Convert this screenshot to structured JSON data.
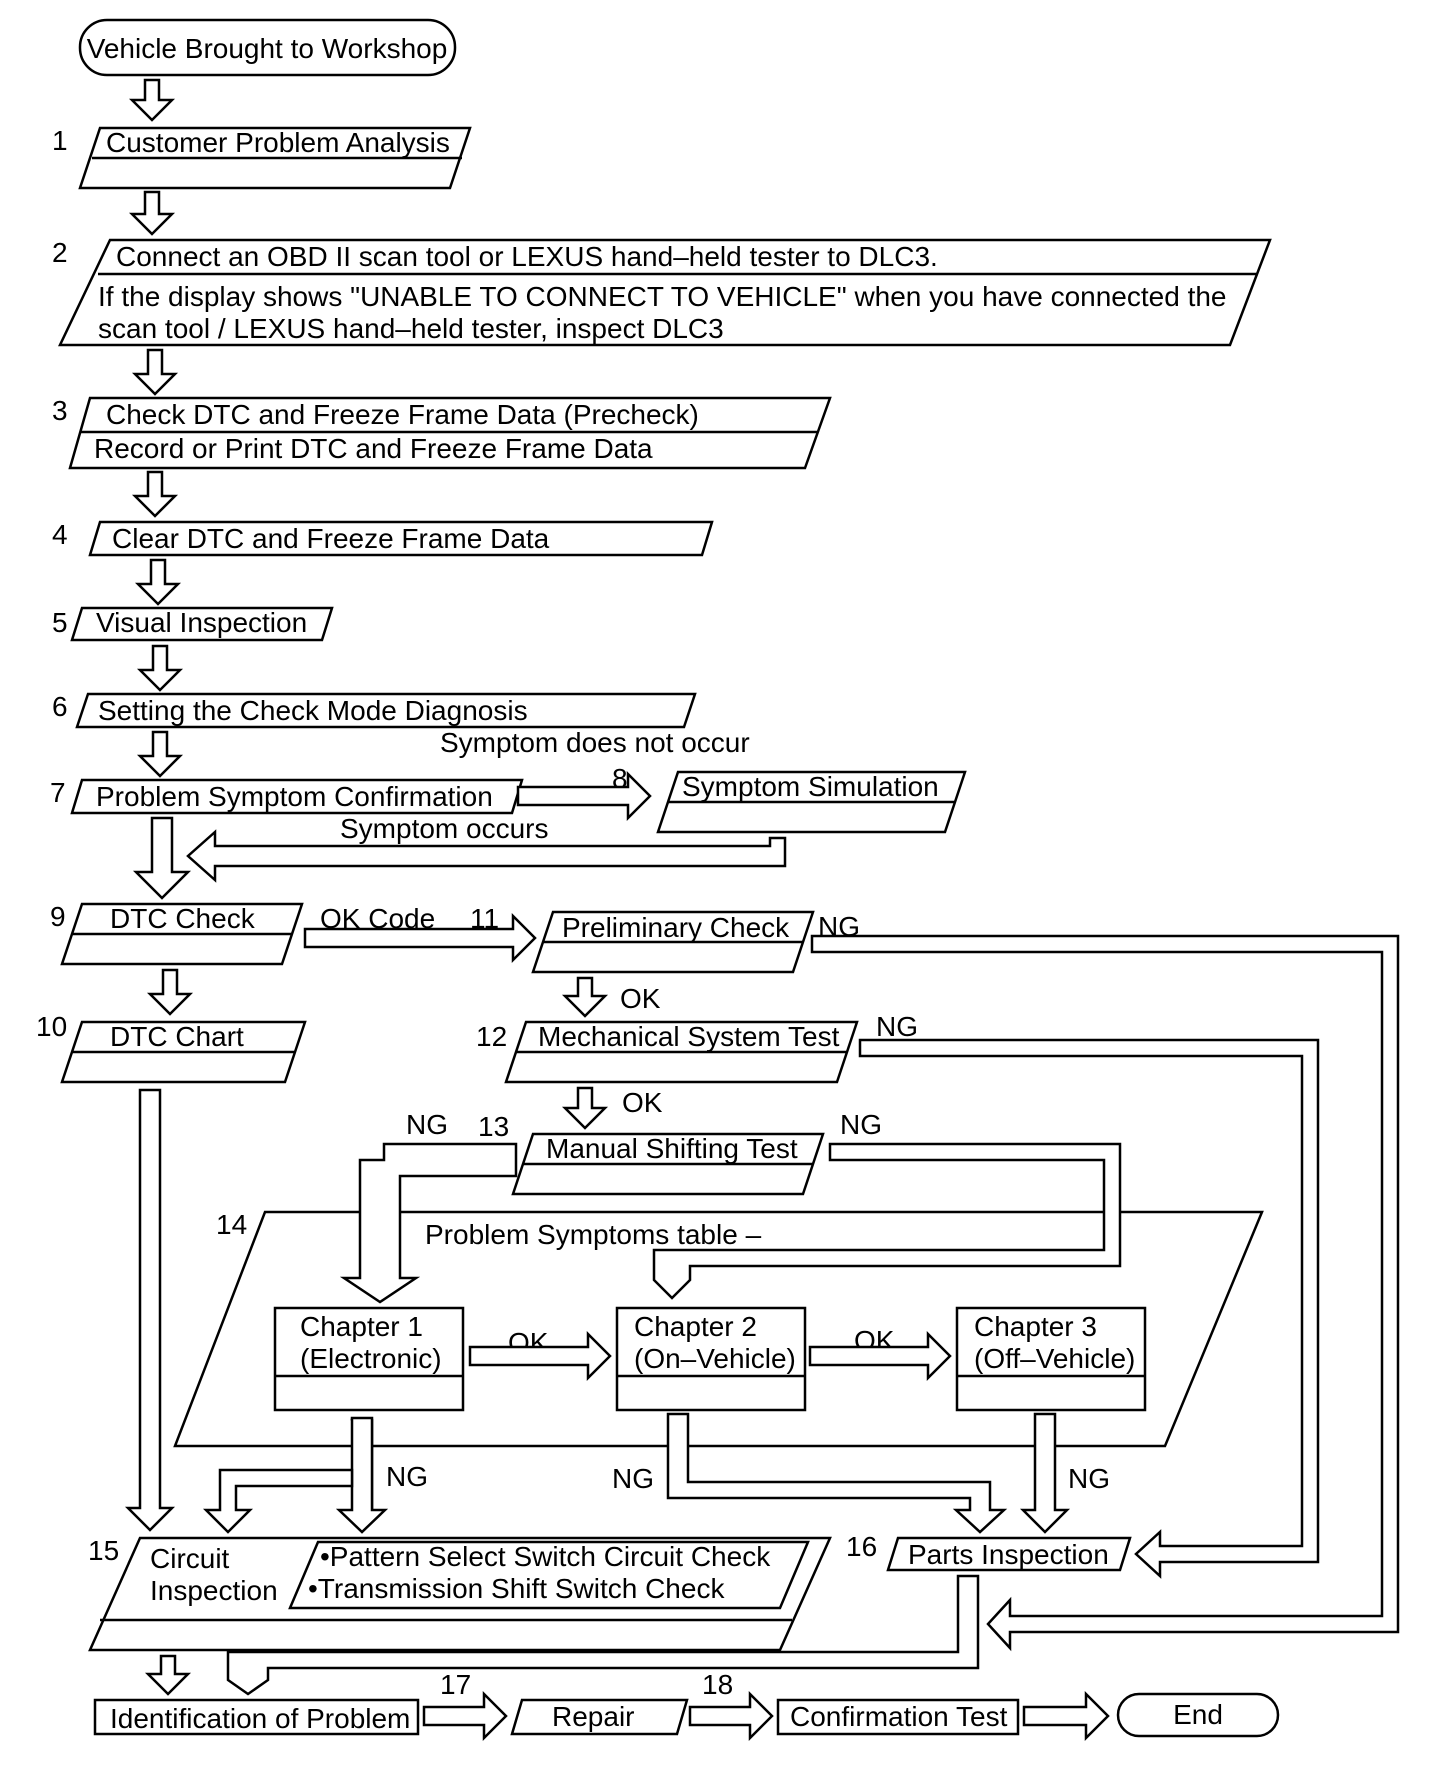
{
  "steps": {
    "start": "Vehicle Brought to Workshop",
    "s1": {
      "num": "1",
      "label": "Customer Problem Analysis"
    },
    "s2": {
      "num": "2",
      "line1": "Connect an OBD II scan tool or LEXUS hand–held tester to DLC3.",
      "line2": "If the display shows \"UNABLE TO CONNECT TO VEHICLE\" when you have connected the",
      "line3": "scan tool / LEXUS hand–held tester, inspect DLC3"
    },
    "s3": {
      "num": "3",
      "line1": "Check DTC and Freeze Frame Data (Precheck)",
      "line2": "Record or Print DTC and Freeze Frame Data"
    },
    "s4": {
      "num": "4",
      "label": "Clear DTC and Freeze Frame Data"
    },
    "s5": {
      "num": "5",
      "label": "Visual Inspection"
    },
    "s6": {
      "num": "6",
      "label": "Setting the Check Mode Diagnosis"
    },
    "s7": {
      "num": "7",
      "label": "Problem Symptom Confirmation"
    },
    "s8": {
      "num": "8",
      "label": "Symptom Simulation"
    },
    "s9": {
      "num": "9",
      "label": "DTC Check"
    },
    "s10": {
      "num": "10",
      "label": "DTC Chart"
    },
    "s11": {
      "num": "11",
      "label": "Preliminary Check"
    },
    "s12": {
      "num": "12",
      "label": "Mechanical System Test"
    },
    "s13": {
      "num": "13",
      "label": "Manual Shifting Test"
    },
    "s14": {
      "num": "14",
      "label": "Problem Symptoms table –"
    },
    "ch1": {
      "line1": "Chapter 1",
      "line2": "(Electronic)"
    },
    "ch2": {
      "line1": "Chapter 2",
      "line2": "(On–Vehicle)"
    },
    "ch3": {
      "line1": "Chapter 3",
      "line2": "(Off–Vehicle)"
    },
    "s15": {
      "num": "15",
      "line1": "Circuit",
      "line2": "Inspection",
      "sub1": "•Pattern Select Switch Circuit Check",
      "sub2": "•Transmission Shift Switch Check"
    },
    "s16": {
      "num": "16",
      "label": "Parts Inspection"
    },
    "ident": "Identification of Problem",
    "s17": {
      "num": "17",
      "label": "Repair"
    },
    "s18": {
      "num": "18",
      "label": "Confirmation Test"
    },
    "end": "End"
  },
  "labels": {
    "not_occur": "Symptom does not occur",
    "occurs": "Symptom occurs",
    "ok_code": "OK Code",
    "ok": "OK",
    "ng": "NG"
  }
}
